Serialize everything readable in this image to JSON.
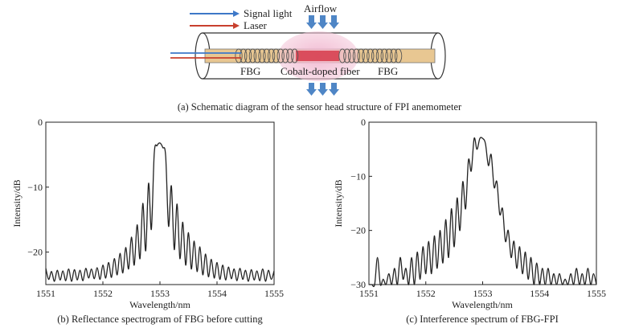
{
  "panel_a": {
    "caption": "(a) Schematic diagram of the sensor head structure of FPI anemometer",
    "legend_signal": "Signal light",
    "legend_laser": "Laser",
    "airflow_label": "Airflow",
    "fbg_left": "FBG",
    "fbg_right": "FBG",
    "center_label": "Cobalt-doped fiber",
    "colors": {
      "signal": "#3d78c8",
      "laser": "#c8402e",
      "airflow": "#3d78c8",
      "core": "#e8c792",
      "glow": "#e8a9c4",
      "laser_beam": "#d43a3a"
    }
  },
  "panel_b": {
    "caption": "(b) Reflectance spectrogram of FBG before cutting"
  },
  "panel_c": {
    "caption": "(c) Interference spectrum of FBG-FPI"
  },
  "chart_data": [
    {
      "type": "line",
      "panel": "b",
      "xlabel": "Wavelength/nm",
      "ylabel": "Intensity/dB",
      "xlim": [
        1551,
        1555
      ],
      "ylim": [
        -25,
        0
      ],
      "xticks": [
        1551,
        1552,
        1553,
        1554,
        1555
      ],
      "yticks": [
        0,
        -10,
        -20
      ],
      "grid": false,
      "x": [
        1551.0,
        1551.05,
        1551.1,
        1551.15,
        1551.2,
        1551.25,
        1551.3,
        1551.35,
        1551.4,
        1551.45,
        1551.5,
        1551.55,
        1551.6,
        1551.65,
        1551.7,
        1551.75,
        1551.8,
        1551.85,
        1551.9,
        1551.95,
        1552.0,
        1552.05,
        1552.1,
        1552.15,
        1552.2,
        1552.25,
        1552.3,
        1552.35,
        1552.4,
        1552.45,
        1552.5,
        1552.55,
        1552.6,
        1552.65,
        1552.7,
        1552.75,
        1552.8,
        1552.85,
        1552.9,
        1552.95,
        1553.0,
        1553.05,
        1553.1,
        1553.15,
        1553.2,
        1553.25,
        1553.3,
        1553.35,
        1553.4,
        1553.45,
        1553.5,
        1553.55,
        1553.6,
        1553.65,
        1553.7,
        1553.75,
        1553.8,
        1553.85,
        1553.9,
        1553.95,
        1554.0,
        1554.05,
        1554.1,
        1554.15,
        1554.2,
        1554.25,
        1554.3,
        1554.35,
        1554.4,
        1554.45,
        1554.5,
        1554.55,
        1554.6,
        1554.65,
        1554.7,
        1554.75,
        1554.8,
        1554.85,
        1554.9,
        1554.95,
        1555.0
      ],
      "values": [
        -22.5,
        -24.2,
        -23.0,
        -24.5,
        -22.8,
        -24.3,
        -22.9,
        -24.4,
        -22.6,
        -24.5,
        -22.7,
        -24.3,
        -22.8,
        -24.4,
        -22.5,
        -24.0,
        -22.6,
        -24.1,
        -22.4,
        -24.2,
        -22.0,
        -24.0,
        -21.6,
        -23.9,
        -21.0,
        -23.5,
        -20.2,
        -23.2,
        -19.3,
        -22.6,
        -17.7,
        -22.0,
        -15.8,
        -21.0,
        -12.5,
        -19.8,
        -9.4,
        -16.5,
        -4.8,
        -3.6,
        -3.2,
        -3.9,
        -5.2,
        -16.0,
        -9.8,
        -19.6,
        -12.6,
        -21.0,
        -15.4,
        -22.0,
        -17.0,
        -22.6,
        -18.3,
        -23.0,
        -19.2,
        -23.5,
        -20.3,
        -23.8,
        -21.1,
        -24.0,
        -21.6,
        -24.2,
        -22.0,
        -24.3,
        -22.3,
        -24.1,
        -22.6,
        -24.4,
        -22.5,
        -24.2,
        -22.8,
        -24.5,
        -22.7,
        -24.3,
        -22.9,
        -24.4,
        -22.6,
        -24.5,
        -22.8,
        -24.2,
        -22.9
      ]
    },
    {
      "type": "line",
      "panel": "c",
      "xlabel": "Wavelength/nm",
      "ylabel": "Intensity/dB",
      "xlim": [
        1551,
        1555
      ],
      "ylim": [
        -30,
        0
      ],
      "xticks": [
        1551,
        1552,
        1553,
        1554,
        1555
      ],
      "yticks": [
        0,
        -10,
        -20,
        -30
      ],
      "grid": false,
      "x": [
        1551.0,
        1551.05,
        1551.1,
        1551.15,
        1551.2,
        1551.25,
        1551.3,
        1551.35,
        1551.4,
        1551.45,
        1551.5,
        1551.55,
        1551.6,
        1551.65,
        1551.7,
        1551.75,
        1551.8,
        1551.85,
        1551.9,
        1551.95,
        1552.0,
        1552.05,
        1552.1,
        1552.15,
        1552.2,
        1552.25,
        1552.3,
        1552.35,
        1552.4,
        1552.45,
        1552.5,
        1552.55,
        1552.6,
        1552.65,
        1552.7,
        1552.75,
        1552.8,
        1552.85,
        1552.9,
        1552.95,
        1553.0,
        1553.05,
        1553.1,
        1553.15,
        1553.2,
        1553.25,
        1553.3,
        1553.35,
        1553.4,
        1553.45,
        1553.5,
        1553.55,
        1553.6,
        1553.65,
        1553.7,
        1553.75,
        1553.8,
        1553.85,
        1553.9,
        1553.95,
        1554.0,
        1554.05,
        1554.1,
        1554.15,
        1554.2,
        1554.25,
        1554.3,
        1554.35,
        1554.4,
        1554.45,
        1554.5,
        1554.55,
        1554.6,
        1554.65,
        1554.7,
        1554.75,
        1554.8,
        1554.85,
        1554.9,
        1554.95,
        1555.0
      ],
      "values": [
        -30,
        -30,
        -30,
        -25,
        -30,
        -29,
        -30,
        -28,
        -30,
        -27,
        -30,
        -25,
        -29,
        -27,
        -30,
        -25,
        -30,
        -24,
        -29,
        -23,
        -28,
        -22,
        -28,
        -21,
        -27,
        -20,
        -26,
        -18,
        -25,
        -16,
        -23,
        -14,
        -20,
        -11,
        -16,
        -7,
        -9,
        -3,
        -5,
        -3,
        -3,
        -4,
        -8,
        -6,
        -12,
        -11,
        -17,
        -16,
        -22,
        -20,
        -25,
        -22,
        -27,
        -23,
        -28,
        -24,
        -29,
        -25,
        -30,
        -26,
        -30,
        -27,
        -30,
        -27,
        -30,
        -28,
        -30,
        -28,
        -30,
        -29,
        -30,
        -28,
        -30,
        -27,
        -30,
        -28,
        -30,
        -27,
        -30,
        -28,
        -30
      ]
    }
  ]
}
